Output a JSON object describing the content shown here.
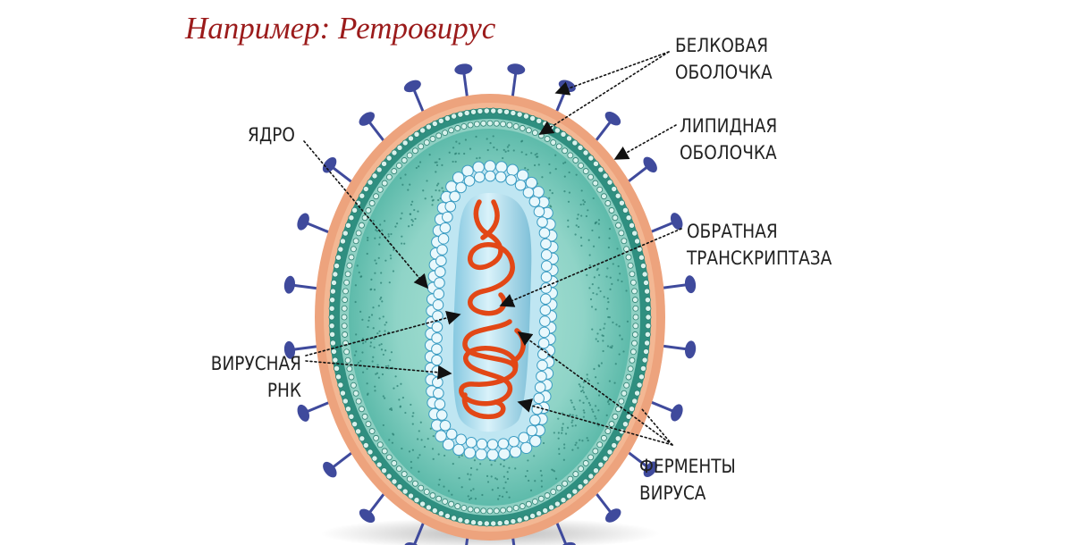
{
  "title": "Например: Ретровирус",
  "colors": {
    "title": "#9b1b1b",
    "outer_shell": "#eda37d",
    "spikes": "#3f4a9c",
    "interior": "#5fbfae",
    "lipid_beads": "#d8f2ec",
    "core": "#a9dcea",
    "core_beads": "#e9f8fc",
    "rna": "#e24716",
    "arrows": "#111111"
  },
  "labels": {
    "protein_coat": {
      "line1": "БЕЛКОВАЯ",
      "line2": "ОБОЛОЧКА"
    },
    "lipid_envelope": {
      "line1": "ЛИПИДНАЯ",
      "line2": "ОБОЛОЧКА"
    },
    "nucleus": {
      "line1": "ЯДРО"
    },
    "reverse_transcriptase": {
      "line1": "ОБРАТНАЯ",
      "line2": "ТРАНСКРИПТАЗА"
    },
    "viral_rna": {
      "line1": "ВИРУСНАЯ",
      "line2": "РНК"
    },
    "viral_enzymes": {
      "line1": "ФЕРМЕНТЫ",
      "line2": "ВИРУСА"
    }
  }
}
